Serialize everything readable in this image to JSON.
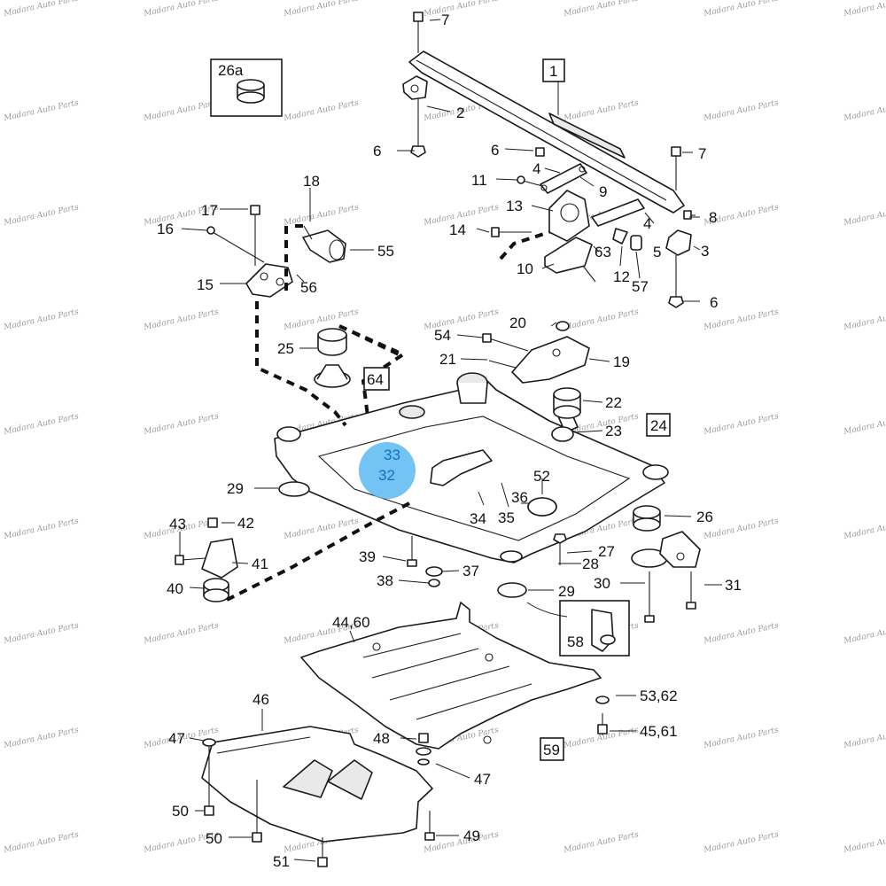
{
  "watermark": {
    "text": "Madara Auto Parts"
  },
  "callouts": {
    "c1": "1",
    "c2": "2",
    "c3": "3",
    "c4a": "4",
    "c4b": "4",
    "c5": "5",
    "c6a": "6",
    "c6b": "6",
    "c6c": "6",
    "c7a": "7",
    "c7b": "7",
    "c8": "8",
    "c9": "9",
    "c10": "10",
    "c11": "11",
    "c12": "12",
    "c13": "13",
    "c14": "14",
    "c15": "15",
    "c16": "16",
    "c17": "17",
    "c18": "18",
    "c19": "19",
    "c20": "20",
    "c21": "21",
    "c22": "22",
    "c23": "23",
    "c24": "24",
    "c25": "25",
    "c26": "26",
    "c26a": "26a",
    "c27": "27",
    "c28": "28",
    "c29a": "29",
    "c29b": "29",
    "c30": "30",
    "c31": "31",
    "c32": "32",
    "c33": "33",
    "c34": "34",
    "c35": "35",
    "c36": "36",
    "c37": "37",
    "c38": "38",
    "c39": "39",
    "c40": "40",
    "c41": "41",
    "c42": "42",
    "c43": "43",
    "c4460": "44,60",
    "c4561": "45,61",
    "c46": "46",
    "c47a": "47",
    "c47b": "47",
    "c48": "48",
    "c49": "49",
    "c50a": "50",
    "c50b": "50",
    "c51": "51",
    "c52": "52",
    "c5362": "53,62",
    "c54": "54",
    "c55": "55",
    "c56": "56",
    "c57": "57",
    "c58": "58",
    "c59": "59",
    "c63": "63",
    "c64": "64"
  },
  "highlight": {
    "color": "#5bb8f2",
    "label_color": "#1470c8"
  }
}
